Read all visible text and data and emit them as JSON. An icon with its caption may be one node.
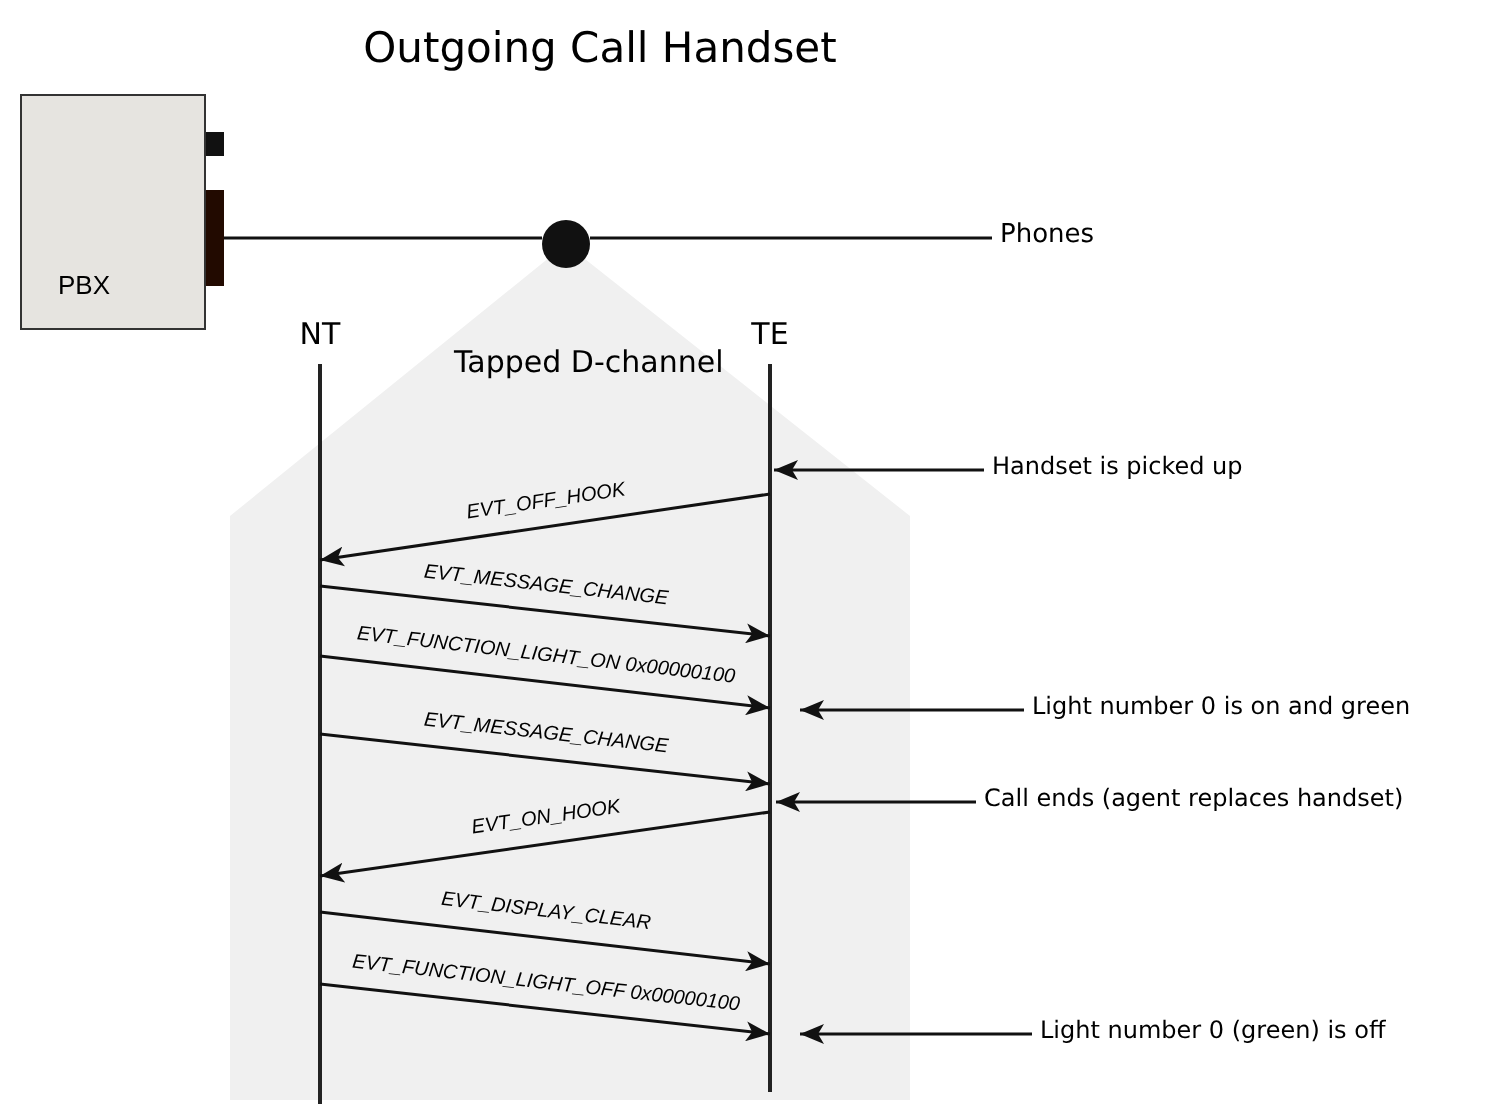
{
  "diagram": {
    "title": "Outgoing Call Handset",
    "nodes": [
      {
        "text": [
          "PBX"
        ]
      },
      {
        "text": [],
        "shape": "circle"
      },
      {
        "text": [
          "Phones"
        ]
      },
      {
        "text": [
          "NT"
        ]
      },
      {
        "text": [
          "TE"
        ]
      },
      {
        "text": [
          "Handset is picked up"
        ]
      },
      {
        "text": [
          "Light number 0 is on and green"
        ]
      },
      {
        "text": [
          "Call ends (agent replaces handset)"
        ]
      },
      {
        "text": [
          "Light number 0 (green) is off"
        ]
      }
    ],
    "edges": [
      {
        "from": 0,
        "to": 1,
        "arrow": "none"
      },
      {
        "from": 1,
        "to": 2,
        "arrow": "none"
      },
      {
        "from": 4,
        "to": 3,
        "arrow": "to",
        "label": "EVT_OFF_HOOK"
      },
      {
        "from": 3,
        "to": 4,
        "arrow": "to",
        "label": "EVT_MESSAGE_CHANGE"
      },
      {
        "from": 3,
        "to": 4,
        "arrow": "to",
        "label": "EVT_FUNCTION_LIGHT_ON 0x00000100"
      },
      {
        "from": 3,
        "to": 4,
        "arrow": "to",
        "label": "EVT_MESSAGE_CHANGE"
      },
      {
        "from": 4,
        "to": 3,
        "arrow": "to",
        "label": "EVT_ON_HOOK"
      },
      {
        "from": 3,
        "to": 4,
        "arrow": "to",
        "label": "EVT_DISPLAY_CLEAR"
      },
      {
        "from": 3,
        "to": 4,
        "arrow": "to",
        "label": "EVT_FUNCTION_LIGHT_OFF 0x00000100"
      },
      {
        "from": 5,
        "to": 4,
        "arrow": "to"
      },
      {
        "from": 6,
        "to": 4,
        "arrow": "to"
      },
      {
        "from": 7,
        "to": 4,
        "arrow": "to"
      },
      {
        "from": 8,
        "to": 4,
        "arrow": "to"
      }
    ],
    "labels": [
      "Tapped D-channel"
    ]
  }
}
